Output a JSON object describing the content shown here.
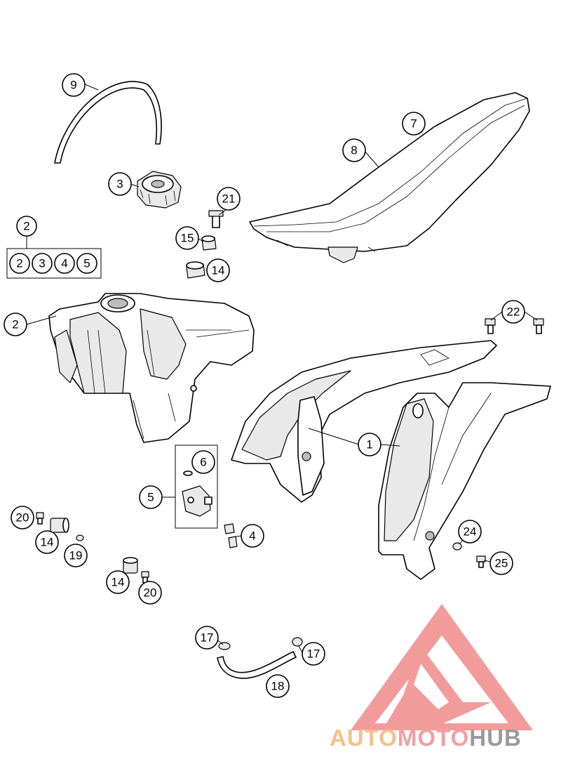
{
  "callouts": {
    "c9": "9",
    "c3": "3",
    "c2_top": "2",
    "kit": [
      "2",
      "3",
      "4",
      "5"
    ],
    "c2_tank": "2",
    "c7": "7",
    "c8": "8",
    "c21": "21",
    "c15": "15",
    "c14_top": "14",
    "c22": "22",
    "c1": "1",
    "c6": "6",
    "c5": "5",
    "c4": "4",
    "c20_left": "20",
    "c14_left": "14",
    "c19": "19",
    "c14_bottom": "14",
    "c20_bottom": "20",
    "c24": "24",
    "c25": "25",
    "c17_left": "17",
    "c17_right": "17",
    "c18": "18"
  },
  "watermark": {
    "text_part1": "AUTO",
    "text_part2": "MOTO",
    "text_part3": "HUB",
    "color_part1": "#f6c08a",
    "color_part2": "#f2a0a0",
    "color_part3": "#9a9a9a",
    "logo_color": "#f08a8a"
  }
}
